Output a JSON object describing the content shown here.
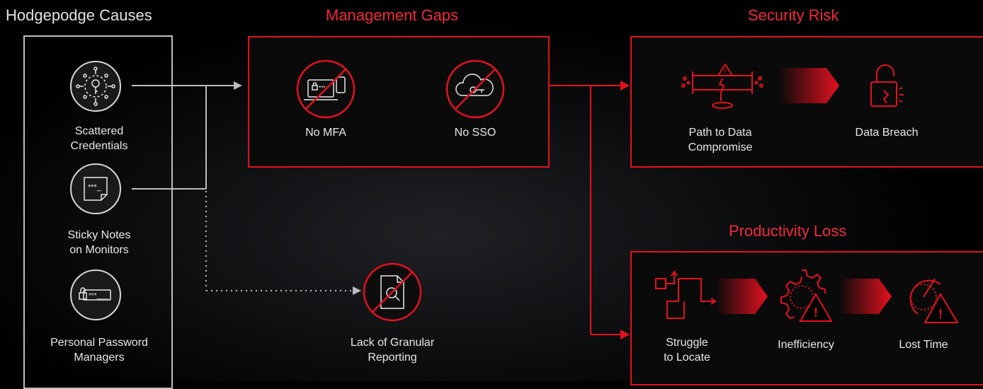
{
  "headings": {
    "causes": "Hodgepodge Causes",
    "gaps": "Management Gaps",
    "risk": "Security Risk",
    "loss": "Productivity Loss"
  },
  "causes": [
    {
      "icon": "key-network-icon",
      "label_1": "Scattered",
      "label_2": "Credentials"
    },
    {
      "icon": "sticky-note-icon",
      "label_1": "Sticky Notes",
      "label_2": "on Monitors"
    },
    {
      "icon": "password-field-icon",
      "label_1": "Personal Password",
      "label_2": "Managers"
    }
  ],
  "gaps": [
    {
      "icon": "no-mfa-icon",
      "label": "No MFA"
    },
    {
      "icon": "no-sso-icon",
      "label": "No SSO"
    }
  ],
  "reporting": {
    "icon": "no-report-icon",
    "label_1": "Lack of Granular",
    "label_2": "Reporting"
  },
  "risk": [
    {
      "icon": "pipe-leak-icon",
      "label_1": "Path to Data",
      "label_2": "Compromise"
    },
    {
      "icon": "broken-lock-icon",
      "label_1": "Data Breach",
      "label_2": ""
    }
  ],
  "loss": [
    {
      "icon": "maze-path-icon",
      "label_1": "Struggle",
      "label_2": "to Locate"
    },
    {
      "icon": "gear-warning-icon",
      "label_1": "Inefficiency",
      "label_2": ""
    },
    {
      "icon": "clock-warning-icon",
      "label_1": "Lost Time",
      "label_2": ""
    }
  ],
  "colors": {
    "red": "#e3111e",
    "heading_red": "#f2283a",
    "gray_line": "#bdbdbd",
    "background": "#000000"
  }
}
